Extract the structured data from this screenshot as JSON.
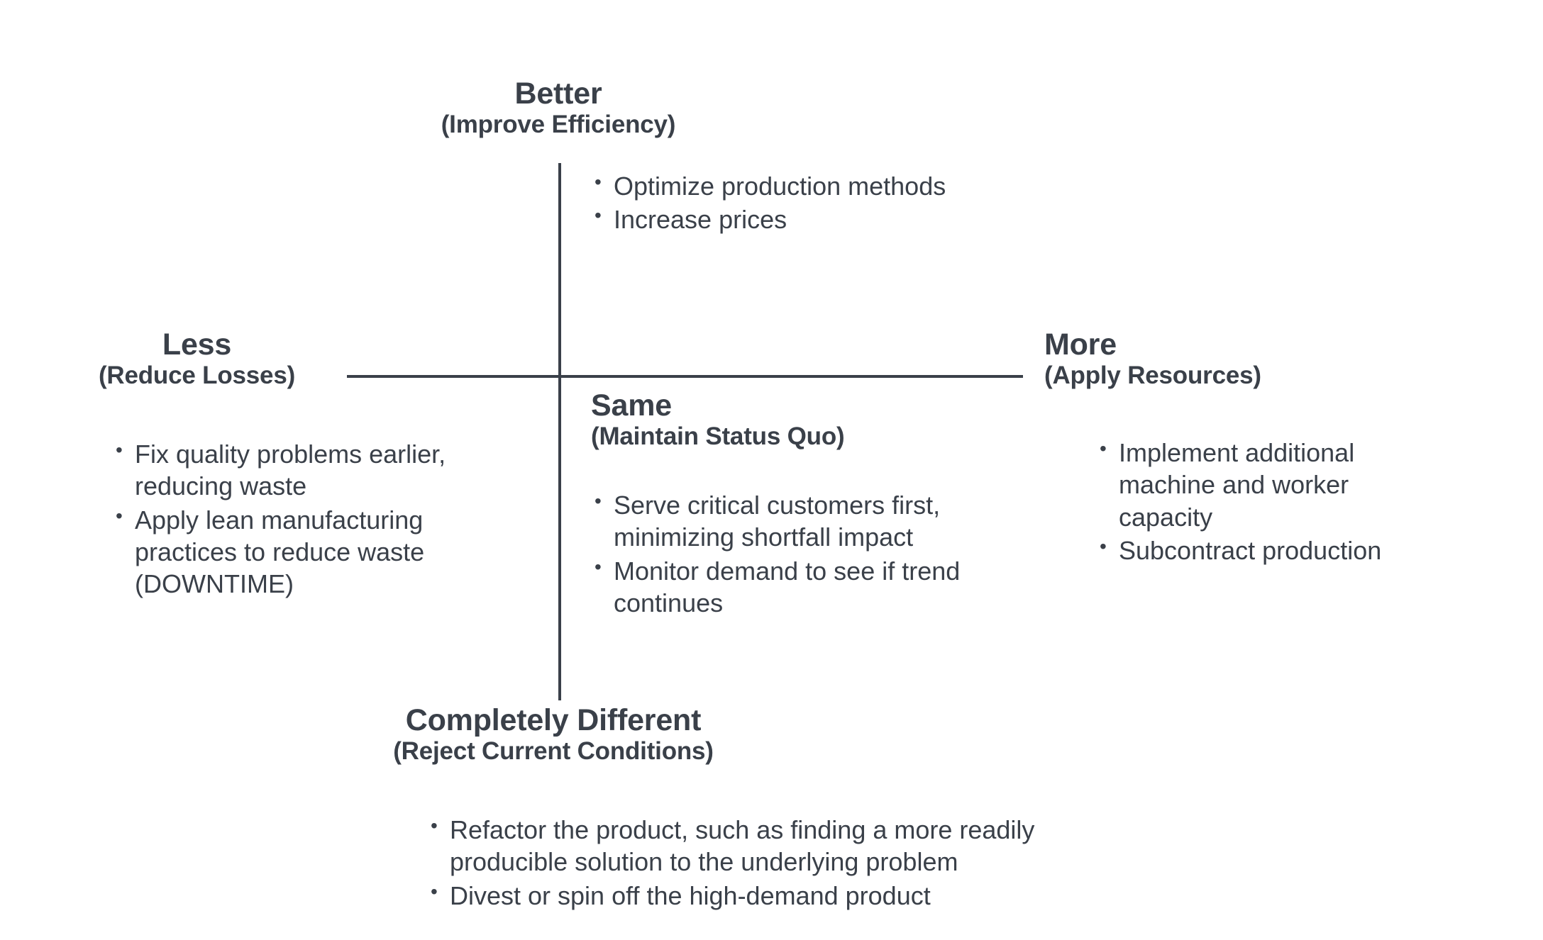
{
  "diagram": {
    "type": "less-same-more-better-different-matrix",
    "axes": {
      "vertical_name": "vertical-axis-line",
      "horizontal_name": "horizontal-axis-line",
      "line_color": "#3a4049"
    },
    "text_color": "#3a4049",
    "background_color": "#ffffff",
    "quadrants": [
      {
        "id": "better",
        "position": "top",
        "title": "Better",
        "subtitle": "(Improve Efficiency)",
        "bullets": [
          "Optimize production methods",
          "Increase prices"
        ]
      },
      {
        "id": "less",
        "position": "left",
        "title": "Less",
        "subtitle": "(Reduce Losses)",
        "bullets": [
          "Fix quality problems earlier, reducing waste",
          "Apply lean manufacturing practices to reduce waste (DOWNTIME)"
        ]
      },
      {
        "id": "same",
        "position": "center",
        "title": "Same",
        "subtitle": "(Maintain Status Quo)",
        "bullets": [
          "Serve critical customers first, minimizing shortfall impact",
          "Monitor demand to see if trend continues"
        ]
      },
      {
        "id": "more",
        "position": "right",
        "title": "More",
        "subtitle": "(Apply Resources)",
        "bullets": [
          "Implement additional machine and worker capacity",
          "Subcontract production"
        ]
      },
      {
        "id": "completely-different",
        "position": "bottom",
        "title": "Completely Different",
        "subtitle": "(Reject Current Conditions)",
        "bullets": [
          "Refactor the product, such as finding a more readily producible solution to the underlying problem",
          "Divest or spin off the high-demand product"
        ]
      }
    ]
  }
}
